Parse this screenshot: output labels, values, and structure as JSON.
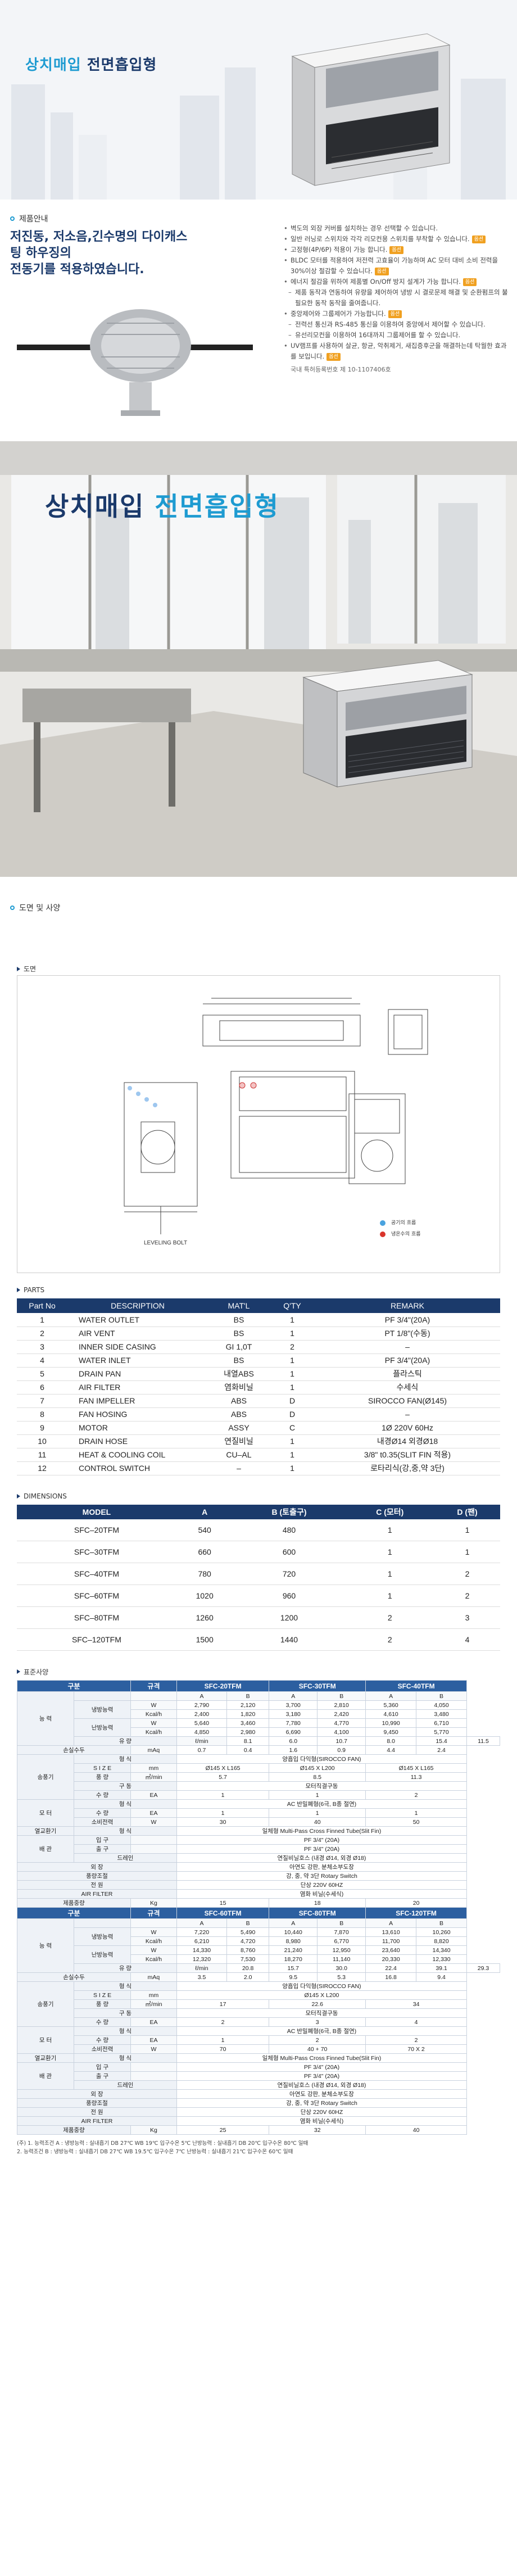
{
  "hero": {
    "title_a": "상치매입",
    "title_b": "전면흡입형"
  },
  "features": {
    "section_label": "제품안내",
    "heading": "저진동, 저소음,긴수명의 다이캐스팅 하우징의 전동기를 적용하였습니다.",
    "heading_line1": "저진동, 저소음,긴수명의 다이캐스팅 하우징의",
    "heading_line2": "전동기를 적용하였습니다.",
    "bullets": [
      {
        "text": "벽도의 외장 커버를 설치하는 경우 선택할 수 있습니다.",
        "sub": false,
        "tag": ""
      },
      {
        "text": "일반 러닝로 스위치와 각각 리모컨용 스위치를 부착할 수 있습니다.",
        "sub": false,
        "tag": "옵션"
      },
      {
        "text": "고정형(4P/6P) 적용이 가능 합니다.",
        "sub": false,
        "tag": "옵션"
      },
      {
        "text": "BLDC 모터를 적용하여 저전력 고효율이 가능하며 AC 모터 대비 소비 전력을 30%이상 절감할 수 있습니다.",
        "sub": false,
        "tag": "옵션"
      },
      {
        "text": "에너지 절감을 위하여 제품별 On/Off 방지 설계가 가능 합니다.",
        "sub": false,
        "tag": "옵션"
      },
      {
        "text": "제품 동작과 연동하여 유량을 제어하여 냉방 시 결로문제 해결 및 순환펌프의 불필요한 동작 동작을 줄여줍니다.",
        "sub": true,
        "tag": ""
      },
      {
        "text": "중앙제어와 그룹제어가 가능합니다.",
        "sub": false,
        "tag": "옵션"
      },
      {
        "text": "전력선 통신과 RS-485 통신을 이용하여 중앙에서 제어할 수 있습니다.",
        "sub": true,
        "tag": ""
      },
      {
        "text": "유선리모컨을 이용하여 16대까지 그룹제어를 할 수 있습니다.",
        "sub": true,
        "tag": ""
      },
      {
        "text": "UV램프를 사용하여 살균, 항균, 악취제거, 새집증후군을 해결하는데 탁월한 효과를 보입니다.",
        "sub": false,
        "tag": "옵션"
      }
    ],
    "patent": "국내 특허등록번호 제 10-1107406호"
  },
  "room": {
    "title_a": "상치매입",
    "title_b": "전면흡입형"
  },
  "drawing": {
    "section_label": "도면 및 사양",
    "sub_label": "도면",
    "leveling_bolt": "LEVELING BOLT",
    "legend_in": "공기의 흐름",
    "legend_out": "냉온수의 흐름"
  },
  "parts": {
    "label": "PARTS",
    "headers": [
      "Part No",
      "DESCRIPTION",
      "MAT'L",
      "Q'TY",
      "REMARK"
    ],
    "rows": [
      [
        "1",
        "WATER OUTLET",
        "BS",
        "1",
        "PF 3/4\"(20A)"
      ],
      [
        "2",
        "AIR VENT",
        "BS",
        "1",
        "PT 1/8\"(수동)"
      ],
      [
        "3",
        "INNER SIDE CASING",
        "GI 1,0T",
        "2",
        "–"
      ],
      [
        "4",
        "WATER INLET",
        "BS",
        "1",
        "PF 3/4\"(20A)"
      ],
      [
        "5",
        "DRAIN PAN",
        "내열ABS",
        "1",
        "플라스틱"
      ],
      [
        "6",
        "AIR FILTER",
        "염화비닐",
        "1",
        "수세식"
      ],
      [
        "7",
        "FAN IMPELLER",
        "ABS",
        "D",
        "SIROCCO FAN(Ø145)"
      ],
      [
        "8",
        "FAN HOSING",
        "ABS",
        "D",
        "–"
      ],
      [
        "9",
        "MOTOR",
        "ASSY",
        "C",
        "1Ø 220V 60Hz"
      ],
      [
        "10",
        "DRAIN HOSE",
        "연질비닐",
        "1",
        "내경Ø14 외경Ø18"
      ],
      [
        "11",
        "HEAT & COOLING COIL",
        "CU–AL",
        "1",
        "3/8\" t0.35(SLIT FIN 적용)"
      ],
      [
        "12",
        "CONTROL SWITCH",
        "–",
        "1",
        "로타리식(강,중,약 3단)"
      ]
    ]
  },
  "dimensions": {
    "label": "DIMENSIONS",
    "headers": [
      "MODEL",
      "A",
      "B (토출구)",
      "C (모터)",
      "D (팬)"
    ],
    "rows": [
      [
        "SFC–20TFM",
        "540",
        "480",
        "1",
        "1"
      ],
      [
        "SFC–30TFM",
        "660",
        "600",
        "1",
        "1"
      ],
      [
        "SFC–40TFM",
        "780",
        "720",
        "1",
        "2"
      ],
      [
        "SFC–60TFM",
        "1020",
        "960",
        "1",
        "2"
      ],
      [
        "SFC–80TFM",
        "1260",
        "1200",
        "2",
        "3"
      ],
      [
        "SFC–120TFM",
        "1500",
        "1440",
        "2",
        "4"
      ]
    ]
  },
  "spec": {
    "label": "표준사양",
    "t1": {
      "gubun": "구분",
      "gyugyeok": "규격",
      "models": [
        "SFC-20TFM",
        "SFC-30TFM",
        "SFC-40TFM"
      ],
      "ab": [
        "A",
        "B",
        "A",
        "B",
        "A",
        "B"
      ],
      "neungryeok": "능 력",
      "cooling": "냉방능력",
      "heating": "난방능력",
      "cool_w": [
        "2,790",
        "2,120",
        "3,700",
        "2,810",
        "5,360",
        "4,050"
      ],
      "cool_k": [
        "2,400",
        "1,820",
        "3,180",
        "2,420",
        "4,610",
        "3,480"
      ],
      "heat_w": [
        "5,640",
        "3,460",
        "7,780",
        "4,770",
        "10,990",
        "6,710"
      ],
      "heat_k": [
        "4,850",
        "2,980",
        "6,690",
        "4,100",
        "9,450",
        "5,770"
      ],
      "flow_label": "유 량",
      "flow": [
        "8.1",
        "6.0",
        "10.7",
        "8.0",
        "15.4",
        "11.5"
      ],
      "loss_label": "손실수두",
      "loss": [
        "0.7",
        "0.4",
        "1.6",
        "0.9",
        "4.4",
        "2.4"
      ],
      "fan_label": "송풍기",
      "type_label": "형 식",
      "type": "양흡입 다익형(SIROCCO FAN)",
      "size_label": "S I Z E",
      "size": [
        "Ø145 X L165",
        "Ø145 X L200",
        "Ø145 X L165"
      ],
      "airflow_label": "풍 량",
      "airflow": [
        "5.7",
        "8.5",
        "11.3"
      ],
      "drive_label": "구 동",
      "drive": "모터직결구동",
      "qty_label": "수 량",
      "fan_qty": [
        "1",
        "1",
        "2"
      ],
      "motor_label": "모 터",
      "motor_type": "AC 반밀폐형(6극, B종 절연)",
      "motor_qty": [
        "1",
        "1",
        "1"
      ],
      "power_label": "소비전력",
      "power": [
        "30",
        "40",
        "50"
      ],
      "coil_label": "열교환기",
      "coil": "일체형 Multi-Pass Cross Finned Tube(Slit Fin)",
      "pipe_label": "배 관",
      "inlet_label": "입 구",
      "inlet": "PF 3/4\" (20A)",
      "outlet_label": "출 구",
      "outlet": "PF 3/4\" (20A)",
      "drain_label": "드레인",
      "drain": "연질비닐호스 (내경 Ø14, 외경 Ø18)",
      "ext_label": "외 장",
      "ext": "아연도 강판, 분체소부도장",
      "ctl_label": "풍량조절",
      "ctl": "강, 중, 약 3단 Rotary Switch",
      "src_label": "전 원",
      "src": "단상 220V 60HZ",
      "filter_label": "AIR FILTER",
      "filter": "염화 비닐(수세식)",
      "weight_label": "제품중량",
      "weight": [
        "15",
        "18",
        "20"
      ]
    },
    "t2": {
      "models": [
        "SFC-60TFM",
        "SFC-80TFM",
        "SFC-120TFM"
      ],
      "cool_w": [
        "7,220",
        "5,490",
        "10,440",
        "7,870",
        "13,610",
        "10,260"
      ],
      "cool_k": [
        "6,210",
        "4,720",
        "8,980",
        "6,770",
        "11,700",
        "8,820"
      ],
      "heat_w": [
        "14,330",
        "8,760",
        "21,240",
        "12,950",
        "23,640",
        "14,340"
      ],
      "heat_k": [
        "12,320",
        "7,530",
        "18,270",
        "11,140",
        "20,330",
        "12,330"
      ],
      "flow": [
        "20.8",
        "15.7",
        "30.0",
        "22.4",
        "39.1",
        "29.3"
      ],
      "loss": [
        "3.5",
        "2.0",
        "9.5",
        "5.3",
        "16.8",
        "9.4"
      ],
      "size": "Ø145 X L200",
      "airflow": [
        "17",
        "22.6",
        "34"
      ],
      "fan_qty": [
        "2",
        "3",
        "4"
      ],
      "motor_qty": [
        "1",
        "2",
        "2"
      ],
      "power": [
        "70",
        "40 + 70",
        "70 X 2"
      ],
      "weight": [
        "25",
        "32",
        "40"
      ]
    },
    "units": {
      "w": "W",
      "k": "Kcal/h",
      "lpm": "ℓ/min",
      "mAq": "mAq",
      "mm": "mm",
      "cmm": "㎥/min",
      "ea": "EA",
      "wt": "Kg"
    },
    "footnotes": [
      "(주) 1. 능력조건 A : 냉방능력 : 실내흡기 DB 27℃ WB 19℃ 입구수온 5℃ 난방능력 : 실내흡기 DB 20℃ 입구수온 80℃ 일때",
      "2. 능력조건 B : 냉방능력 : 실내흡기 DB 27℃ WB 19.5℃ 입구수온 7℃ 난방능력 : 실내흡기 21℃ 입구수온 60℃ 일때"
    ]
  },
  "colors": {
    "accent": "#1e9bd1",
    "navy": "#1b3a6b",
    "table_header": "#2c5fa0"
  }
}
